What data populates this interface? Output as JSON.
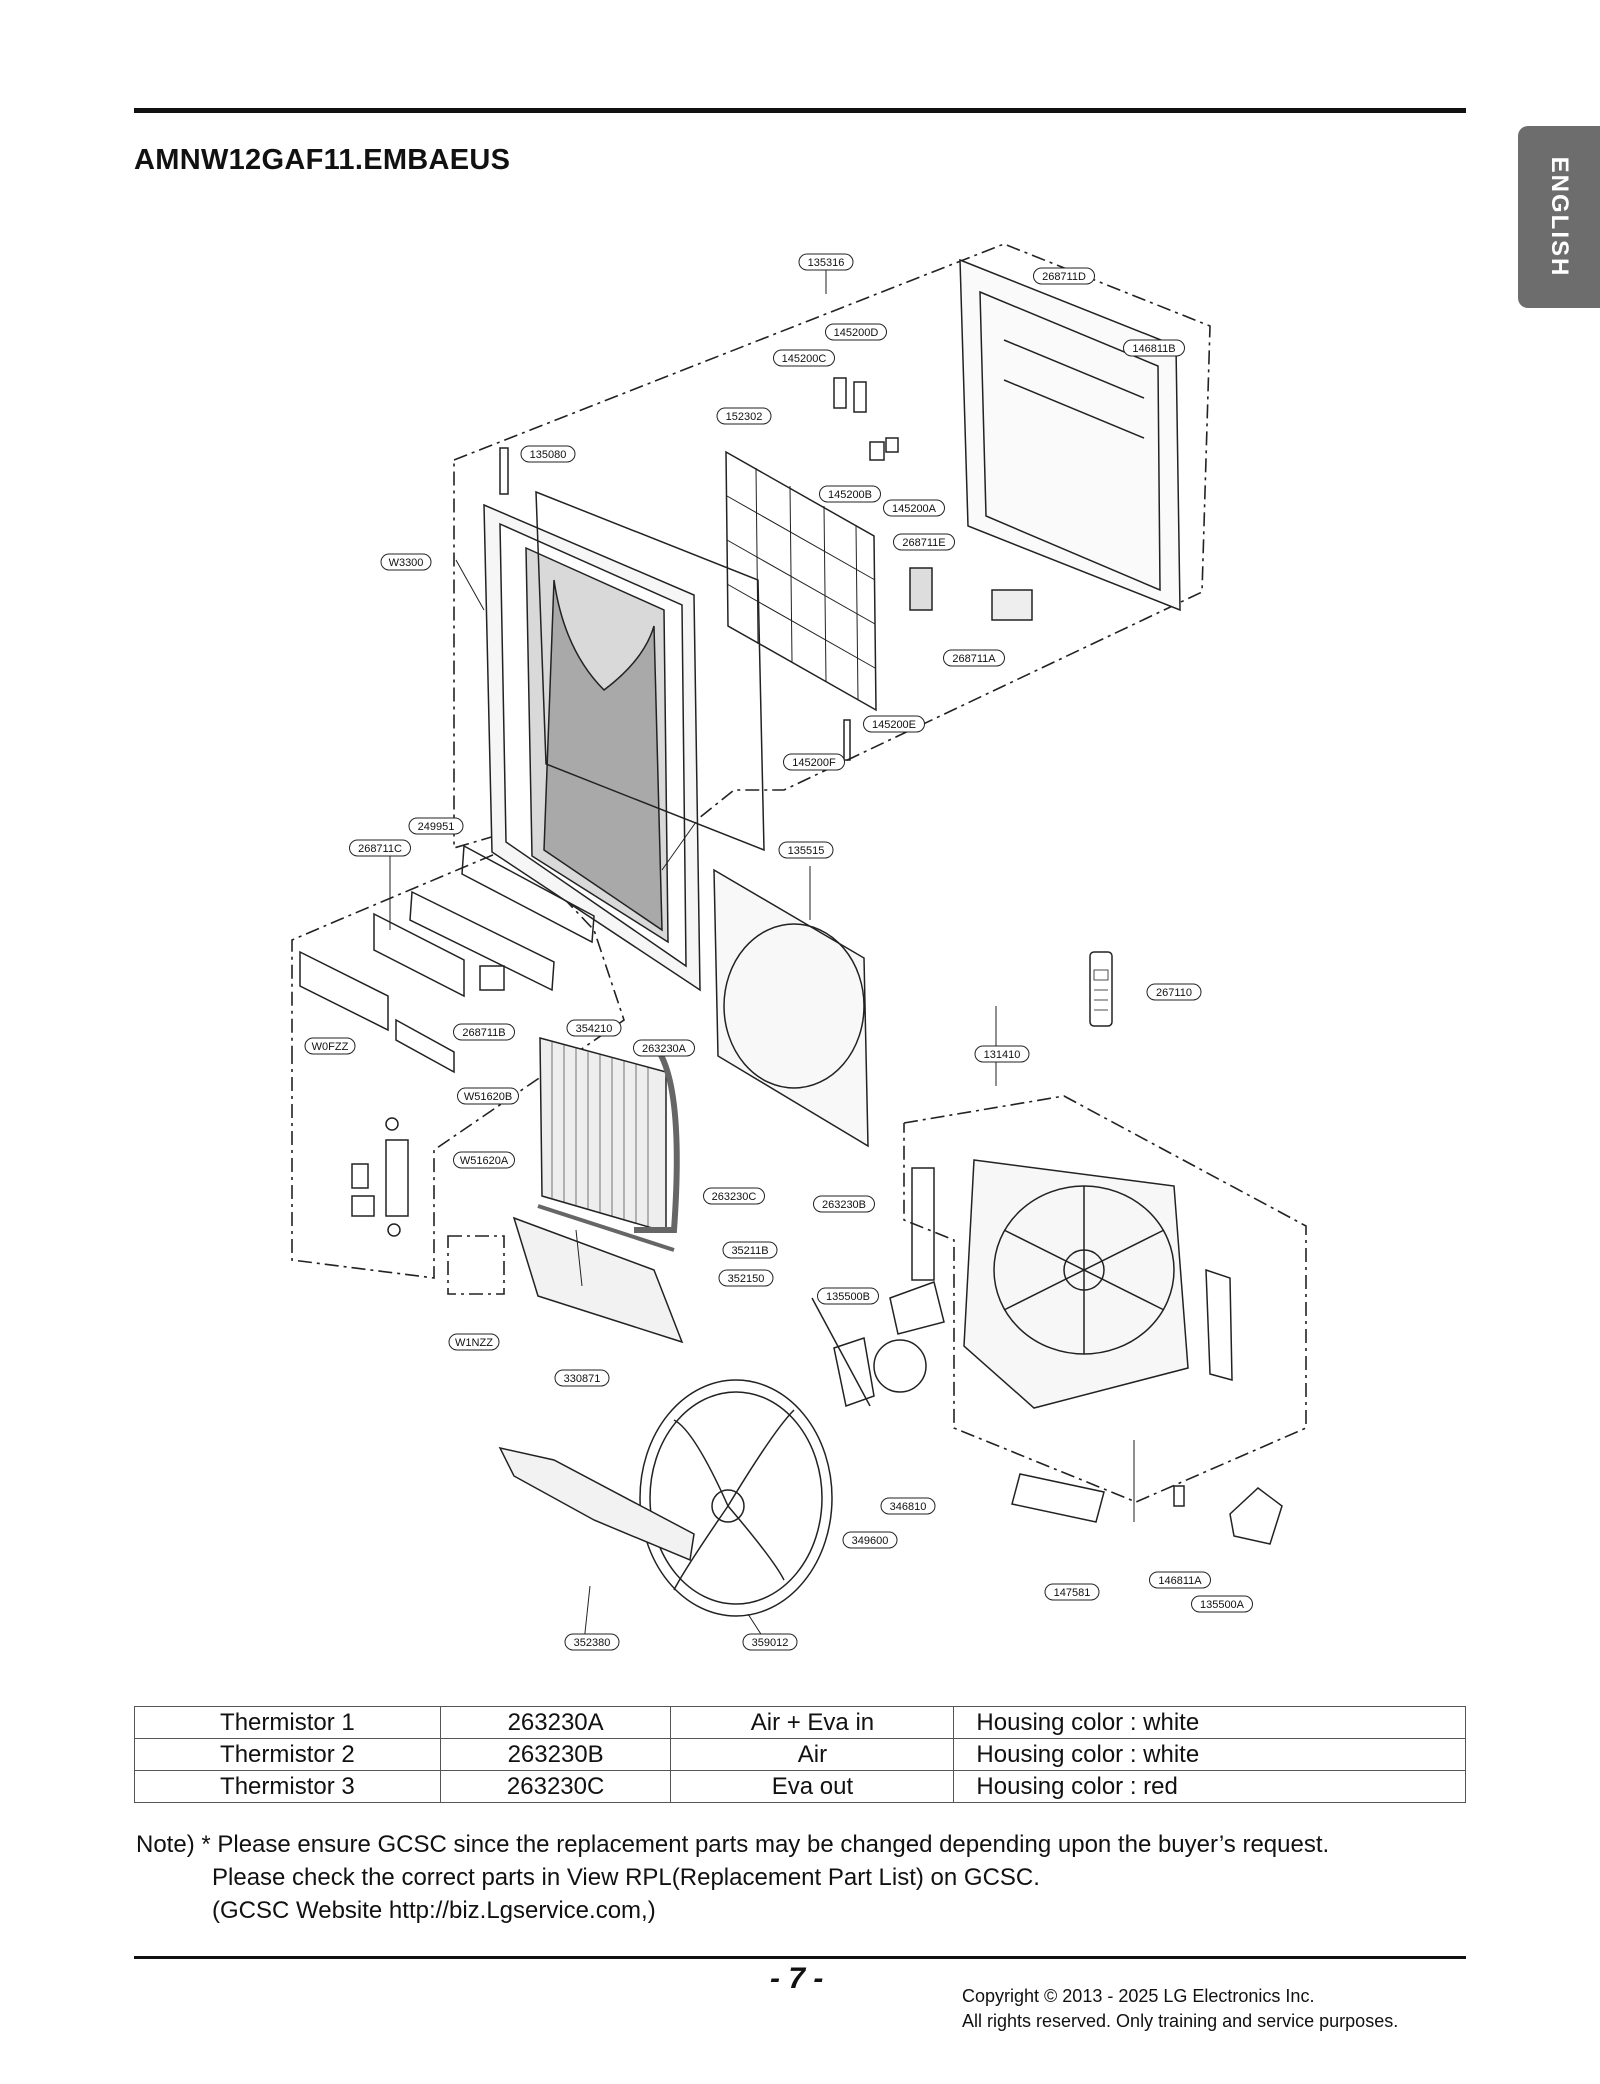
{
  "header": {
    "model": "AMNW12GAF11.EMBAEUS",
    "language_tab": "ENGLISH"
  },
  "diagram": {
    "part_labels": [
      "135316",
      "268711D",
      "146811B",
      "145200D",
      "145200C",
      "152302",
      "135080",
      "145200B",
      "145200A",
      "268711E",
      "W3300",
      "268711A",
      "145200E",
      "145200F",
      "249951",
      "268711C",
      "135515",
      "267110",
      "268711B",
      "354210",
      "263230A",
      "W0FZZ",
      "131410",
      "W51620B",
      "W51620A",
      "263230C",
      "263230B",
      "35211B",
      "352150",
      "135500B",
      "W1NZZ",
      "330871",
      "346810",
      "349600",
      "147581",
      "146811A",
      "135500A",
      "352380",
      "359012"
    ]
  },
  "thermistor_table": {
    "rows": [
      [
        "Thermistor 1",
        "263230A",
        "Air  + Eva in",
        "Housing color : white"
      ],
      [
        "Thermistor 2",
        "263230B",
        "Air",
        "Housing color : white"
      ],
      [
        "Thermistor 3",
        "263230C",
        "Eva out",
        "Housing color : red"
      ]
    ]
  },
  "note": {
    "line1": "Note) * Please ensure GCSC since the replacement parts may be changed depending upon the buyer’s request.",
    "line2": "Please check  the correct parts in View RPL(Replacement Part List) on GCSC.",
    "line3": "(GCSC Website  http://biz.Lgservice.com,)"
  },
  "footer": {
    "page": "- 7 -",
    "copyright1": "Copyright © 2013 - 2025 LG Electronics Inc.",
    "copyright2": "All rights reserved. Only training and service purposes."
  }
}
